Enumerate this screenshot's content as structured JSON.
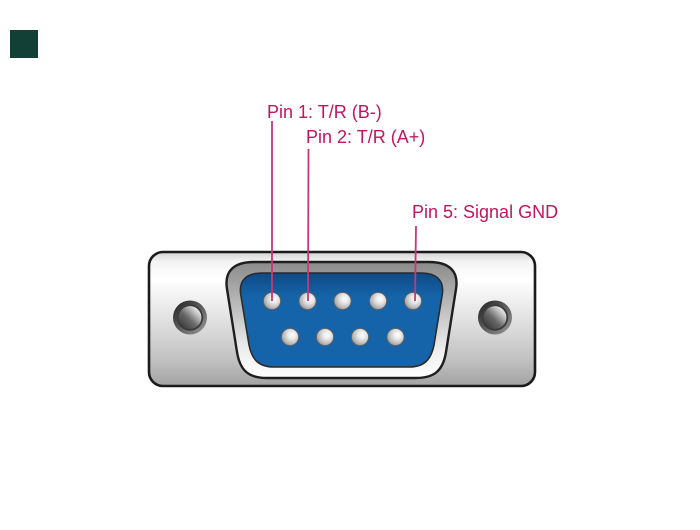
{
  "figure": {
    "kind": "connector-pinout-diagram",
    "connector": {
      "style": "D-Sub 9 pin male",
      "pin_layout": {
        "top_row_count": 5,
        "bottom_row_count": 4
      },
      "screws": 2
    },
    "annotations": [
      {
        "label": "Pin 1: T/R (B-)",
        "points_to": "pin-1"
      },
      {
        "label": "Pin 2: T/R (A+)",
        "points_to": "pin-2"
      },
      {
        "label": "Pin 5: Signal GND",
        "points_to": "pin-5"
      }
    ],
    "colors": {
      "annotation_text": "#C11562",
      "leader_line": "#C43A77",
      "connector_blue": "#1563A8",
      "logo_square": "#123F36",
      "body_outline": "#1B1B1B",
      "background": "#FFFFFF"
    }
  }
}
